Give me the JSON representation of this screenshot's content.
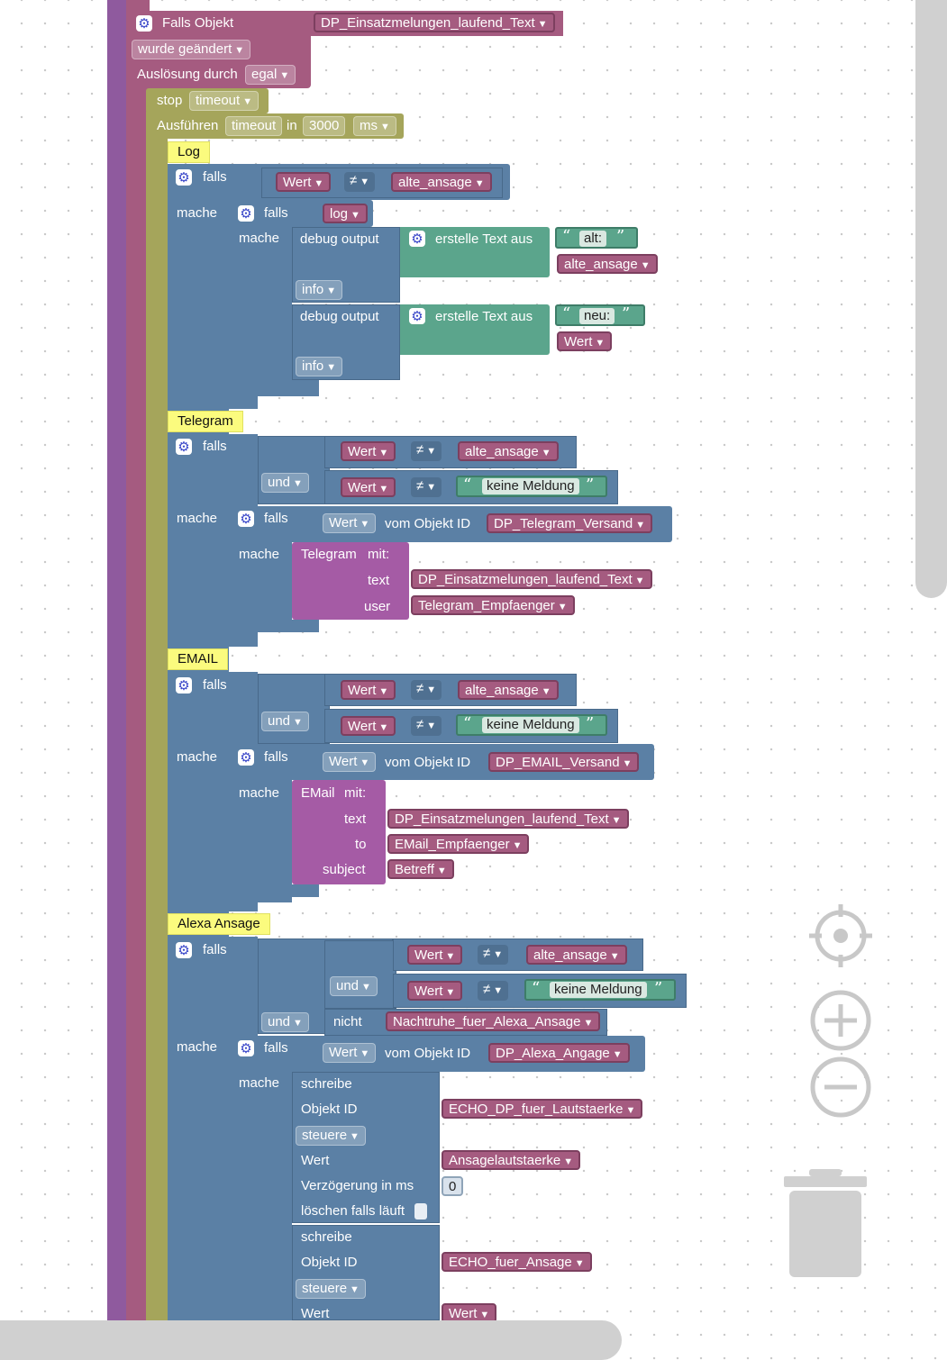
{
  "trigger": {
    "label": "Falls Objekt",
    "object": "DP_Einsatzmelungen_laufend_Text",
    "changed": "wurde geändert",
    "by_label": "Auslösung durch",
    "by_value": "egal"
  },
  "timeout": {
    "stop_label": "stop",
    "stop_value": "timeout",
    "run_label": "Ausführen",
    "run_value": "timeout",
    "in_label": "in",
    "ms_value": "3000",
    "unit": "ms"
  },
  "labels": {
    "falls": "falls",
    "mache": "mache",
    "und": "und",
    "nicht": "nicht",
    "wert": "Wert",
    "neq": "≠",
    "alte_ansage": "alte_ansage",
    "keine_meldung": "keine Meldung",
    "vom_objekt": "vom Objekt ID",
    "mit": "mit:",
    "text": "text",
    "user": "user",
    "to": "to",
    "subject": "subject"
  },
  "log": {
    "comment": "Log",
    "flag": "log",
    "debug": "debug output",
    "text_from": "erstelle Text aus",
    "alt": "alt:",
    "neu": "neu:",
    "level": "info"
  },
  "telegram": {
    "comment": "Telegram",
    "dp": "DP_Telegram_Versand",
    "block": "Telegram",
    "text_var": "DP_Einsatzmelungen_laufend_Text",
    "user_var": "Telegram_Empfaenger"
  },
  "email": {
    "comment": "EMAIL",
    "dp": "DP_EMAIL_Versand",
    "block": "EMail",
    "text_var": "DP_Einsatzmelungen_laufend_Text",
    "to_var": "EMail_Empfaenger",
    "subject_var": "Betreff"
  },
  "alexa": {
    "comment": "Alexa Ansage",
    "nachtruhe": "Nachtruhe_fuer_Alexa_Ansage",
    "dp": "DP_Alexa_Angage",
    "write": "schreibe",
    "objekt_id": "Objekt ID",
    "steuere": "steuere",
    "wert": "Wert",
    "delay": "Verzögerung in ms",
    "delay_value": "0",
    "clear": "löschen falls läuft",
    "target1": "ECHO_DP_fuer_Lautstaerke",
    "value1": "Ansagelautstaerke",
    "target2": "ECHO_fuer_Ansage",
    "value2": "Wert"
  },
  "colors": {
    "trigger": "#a55b80",
    "timeout": "#a5a55b",
    "logic": "#5b80a5",
    "text": "#5ba58c",
    "function": "#a55ba5",
    "outer": "#8f5a9e"
  }
}
